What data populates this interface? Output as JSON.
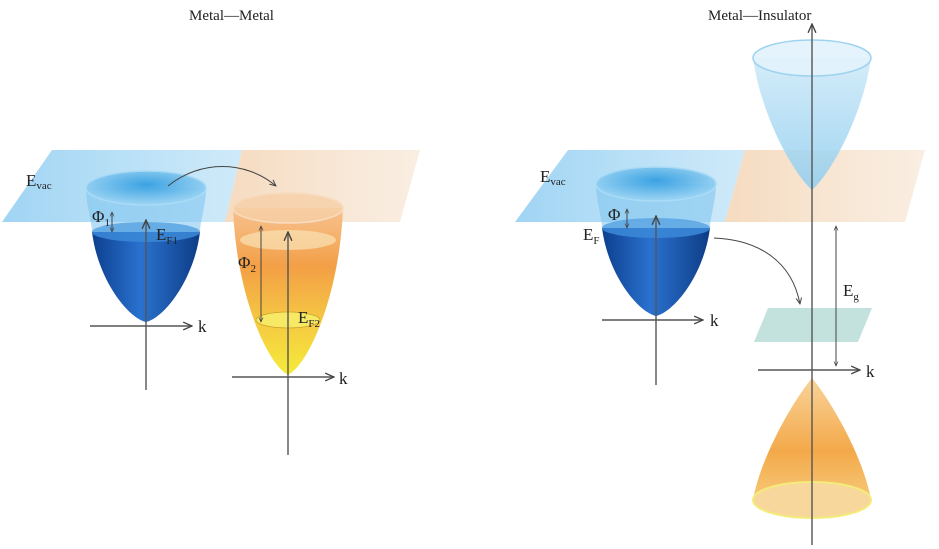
{
  "left_panel": {
    "title": "Metal—Metal",
    "labels": {
      "evac_main": "E",
      "evac_sub": "vac",
      "phi1_main": "Φ",
      "phi1_sub": "1",
      "ef1_main": "E",
      "ef1_sub": "F1",
      "phi2_main": "Φ",
      "phi2_sub": "2",
      "ef2_main": "E",
      "ef2_sub": "F2",
      "k1": "k",
      "k2": "k"
    }
  },
  "right_panel": {
    "title": "Metal—Insulator",
    "labels": {
      "evac_main": "E",
      "evac_sub": "vac",
      "phi_main": "Φ",
      "ef_main": "E",
      "ef_sub": "F",
      "eg_main": "E",
      "eg_sub": "g",
      "k1": "k",
      "k2": "k"
    }
  },
  "colors": {
    "vacuum_plane_blue": "#8fcdf2",
    "vacuum_plane_orange": "#f2d6b8",
    "metal_blue": "#1e5fb8",
    "metal_orange": "#f4a640",
    "metal_yellow": "#f5e23a",
    "insulator_cone_blue": "#bfe3f7",
    "insulator_cone_orange": "#f5b96a",
    "gap_plane": "#b8ddd8"
  }
}
